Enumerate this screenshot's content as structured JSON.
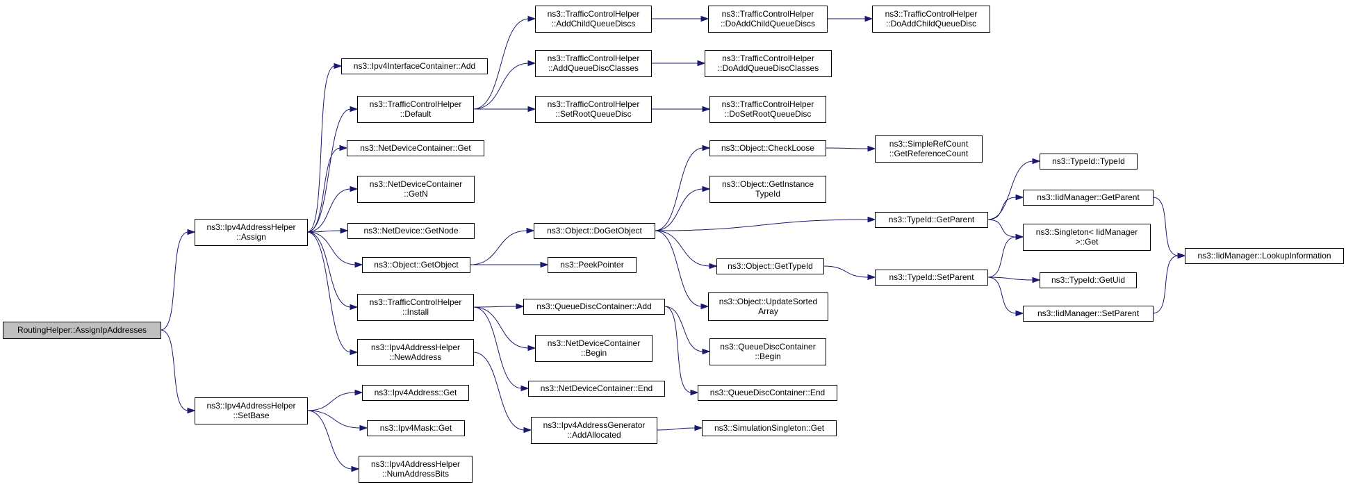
{
  "diagram": {
    "colors": {
      "edge": "#191970",
      "node_border": "#000000",
      "root_fill": "#bfbfbf",
      "node_fill": "#ffffff",
      "background": "#ffffff"
    },
    "nodes": [
      {
        "id": "routing",
        "lines": [
          "RoutingHelper::AssignIpAddresses"
        ]
      },
      {
        "id": "assign",
        "lines": [
          "ns3::Ipv4AddressHelper",
          "::Assign"
        ]
      },
      {
        "id": "setbase",
        "lines": [
          "ns3::Ipv4AddressHelper",
          "::SetBase"
        ]
      },
      {
        "id": "ifcAdd",
        "lines": [
          "ns3::Ipv4InterfaceContainer::Add"
        ]
      },
      {
        "id": "tchDefault",
        "lines": [
          "ns3::TrafficControlHelper",
          "::Default"
        ]
      },
      {
        "id": "ndcGet",
        "lines": [
          "ns3::NetDeviceContainer::Get"
        ]
      },
      {
        "id": "ndcGetN",
        "lines": [
          "ns3::NetDeviceContainer",
          "::GetN"
        ]
      },
      {
        "id": "ndGetNode",
        "lines": [
          "ns3::NetDevice::GetNode"
        ]
      },
      {
        "id": "objGetObject",
        "lines": [
          "ns3::Object::GetObject"
        ]
      },
      {
        "id": "tchInstall",
        "lines": [
          "ns3::TrafficControlHelper",
          "::Install"
        ]
      },
      {
        "id": "newAddress",
        "lines": [
          "ns3::Ipv4AddressHelper",
          "::NewAddress"
        ]
      },
      {
        "id": "ipv4AddrGet",
        "lines": [
          "ns3::Ipv4Address::Get"
        ]
      },
      {
        "id": "maskGet",
        "lines": [
          "ns3::Ipv4Mask::Get"
        ]
      },
      {
        "id": "numAddrBits",
        "lines": [
          "ns3::Ipv4AddressHelper",
          "::NumAddressBits"
        ]
      },
      {
        "id": "addChildQD",
        "lines": [
          "ns3::TrafficControlHelper",
          "::AddChildQueueDiscs"
        ]
      },
      {
        "id": "addQDClasses",
        "lines": [
          "ns3::TrafficControlHelper",
          "::AddQueueDiscClasses"
        ]
      },
      {
        "id": "setRootQD",
        "lines": [
          "ns3::TrafficControlHelper",
          "::SetRootQueueDisc"
        ]
      },
      {
        "id": "doGetObject",
        "lines": [
          "ns3::Object::DoGetObject"
        ]
      },
      {
        "id": "peekPointer",
        "lines": [
          "ns3::PeekPointer"
        ]
      },
      {
        "id": "qdcAdd",
        "lines": [
          "ns3::QueueDiscContainer::Add"
        ]
      },
      {
        "id": "ndcBegin",
        "lines": [
          "ns3::NetDeviceContainer",
          "::Begin"
        ]
      },
      {
        "id": "ndcEnd",
        "lines": [
          "ns3::NetDeviceContainer::End"
        ]
      },
      {
        "id": "addAllocated",
        "lines": [
          "ns3::Ipv4AddressGenerator",
          "::AddAllocated"
        ]
      },
      {
        "id": "doAddChildQDs",
        "lines": [
          "ns3::TrafficControlHelper",
          "::DoAddChildQueueDiscs"
        ]
      },
      {
        "id": "doAddQDClasses",
        "lines": [
          "ns3::TrafficControlHelper",
          "::DoAddQueueDiscClasses"
        ]
      },
      {
        "id": "doSetRootQD",
        "lines": [
          "ns3::TrafficControlHelper",
          "::DoSetRootQueueDisc"
        ]
      },
      {
        "id": "checkLoose",
        "lines": [
          "ns3::Object::CheckLoose"
        ]
      },
      {
        "id": "getInstanceTypeId",
        "lines": [
          "ns3::Object::GetInstance",
          "TypeId"
        ]
      },
      {
        "id": "objGetTypeId",
        "lines": [
          "ns3::Object::GetTypeId"
        ]
      },
      {
        "id": "updateSortedArray",
        "lines": [
          "ns3::Object::UpdateSorted",
          "Array"
        ]
      },
      {
        "id": "qdcBegin",
        "lines": [
          "ns3::QueueDiscContainer",
          "::Begin"
        ]
      },
      {
        "id": "qdcEnd",
        "lines": [
          "ns3::QueueDiscContainer::End"
        ]
      },
      {
        "id": "simSingletonGet",
        "lines": [
          "ns3::SimulationSingleton::Get"
        ]
      },
      {
        "id": "doAddChildQD",
        "lines": [
          "ns3::TrafficControlHelper",
          "::DoAddChildQueueDisc"
        ]
      },
      {
        "id": "getRefCount",
        "lines": [
          "ns3::SimpleRefCount",
          "::GetReferenceCount"
        ]
      },
      {
        "id": "typeIdGetParent",
        "lines": [
          "ns3::TypeId::GetParent"
        ]
      },
      {
        "id": "typeIdSetParent",
        "lines": [
          "ns3::TypeId::SetParent"
        ]
      },
      {
        "id": "typeIdTypeId",
        "lines": [
          "ns3::TypeId::TypeId"
        ]
      },
      {
        "id": "iidGetParent",
        "lines": [
          "ns3::IidManager::GetParent"
        ]
      },
      {
        "id": "singletonGet",
        "lines": [
          "ns3::Singleton< IidManager",
          " >::Get"
        ]
      },
      {
        "id": "typeIdGetUid",
        "lines": [
          "ns3::TypeId::GetUid"
        ]
      },
      {
        "id": "iidSetParent",
        "lines": [
          "ns3::IidManager::SetParent"
        ]
      },
      {
        "id": "lookupInfo",
        "lines": [
          "ns3::IidManager::LookupInformation"
        ]
      }
    ],
    "edges": [
      [
        "routing",
        "assign"
      ],
      [
        "routing",
        "setbase"
      ],
      [
        "assign",
        "ifcAdd"
      ],
      [
        "assign",
        "tchDefault"
      ],
      [
        "assign",
        "ndcGet"
      ],
      [
        "assign",
        "ndcGetN"
      ],
      [
        "assign",
        "ndGetNode"
      ],
      [
        "assign",
        "objGetObject"
      ],
      [
        "assign",
        "tchInstall"
      ],
      [
        "assign",
        "newAddress"
      ],
      [
        "setbase",
        "ipv4AddrGet"
      ],
      [
        "setbase",
        "maskGet"
      ],
      [
        "setbase",
        "numAddrBits"
      ],
      [
        "tchDefault",
        "addChildQD"
      ],
      [
        "tchDefault",
        "addQDClasses"
      ],
      [
        "tchDefault",
        "setRootQD"
      ],
      [
        "addChildQD",
        "doAddChildQDs"
      ],
      [
        "doAddChildQDs",
        "doAddChildQD"
      ],
      [
        "addQDClasses",
        "doAddQDClasses"
      ],
      [
        "setRootQD",
        "doSetRootQD"
      ],
      [
        "objGetObject",
        "doGetObject"
      ],
      [
        "objGetObject",
        "peekPointer"
      ],
      [
        "doGetObject",
        "checkLoose"
      ],
      [
        "doGetObject",
        "getInstanceTypeId"
      ],
      [
        "doGetObject",
        "typeIdGetParent"
      ],
      [
        "doGetObject",
        "objGetTypeId"
      ],
      [
        "doGetObject",
        "updateSortedArray"
      ],
      [
        "checkLoose",
        "getRefCount"
      ],
      [
        "objGetTypeId",
        "typeIdSetParent"
      ],
      [
        "typeIdGetParent",
        "typeIdTypeId"
      ],
      [
        "typeIdGetParent",
        "iidGetParent"
      ],
      [
        "typeIdGetParent",
        "singletonGet"
      ],
      [
        "typeIdSetParent",
        "singletonGet"
      ],
      [
        "typeIdSetParent",
        "typeIdGetUid"
      ],
      [
        "typeIdSetParent",
        "iidSetParent"
      ],
      [
        "iidGetParent",
        "lookupInfo"
      ],
      [
        "iidSetParent",
        "lookupInfo"
      ],
      [
        "tchInstall",
        "qdcAdd"
      ],
      [
        "tchInstall",
        "ndcBegin"
      ],
      [
        "tchInstall",
        "ndcEnd"
      ],
      [
        "qdcAdd",
        "qdcBegin"
      ],
      [
        "qdcAdd",
        "qdcEnd"
      ],
      [
        "newAddress",
        "addAllocated"
      ],
      [
        "addAllocated",
        "simSingletonGet"
      ]
    ]
  }
}
